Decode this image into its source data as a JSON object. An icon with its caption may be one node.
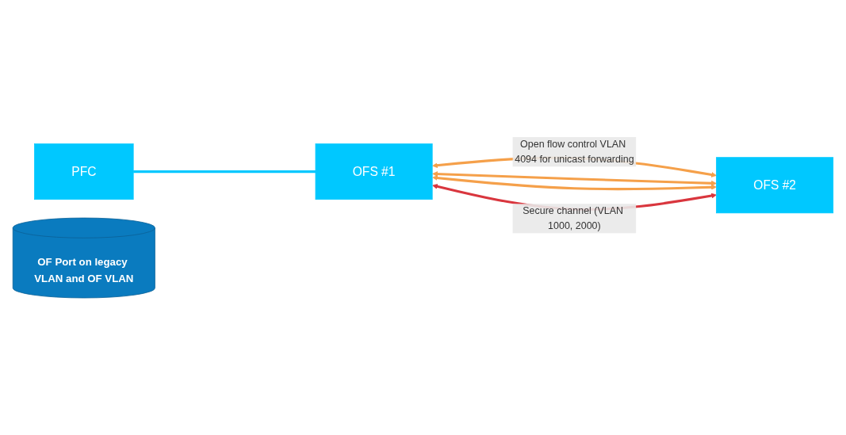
{
  "diagram": {
    "nodes": [
      {
        "text": [
          "PFC"
        ]
      },
      {
        "text": [
          "OFS #1"
        ]
      },
      {
        "text": [
          "OFS #2"
        ]
      },
      {
        "text": [
          "OF Port on legacy VLAN and OF VLAN"
        ]
      }
    ],
    "edges": [
      {
        "from": 0,
        "to": 1,
        "arrow": "none",
        "color": "#00c8ff"
      },
      {
        "from": 1,
        "to": 2,
        "arrow": "both",
        "label": "Open flow control VLAN 4094 for unicast forwarding"
      },
      {
        "from": 1,
        "to": 2,
        "arrow": "both"
      },
      {
        "from": 1,
        "to": 2,
        "arrow": "both"
      },
      {
        "from": 1,
        "to": 2,
        "arrow": "both",
        "label": "Secure channel (VLAN 1000, 2000)",
        "color": "#d9363e"
      }
    ]
  }
}
